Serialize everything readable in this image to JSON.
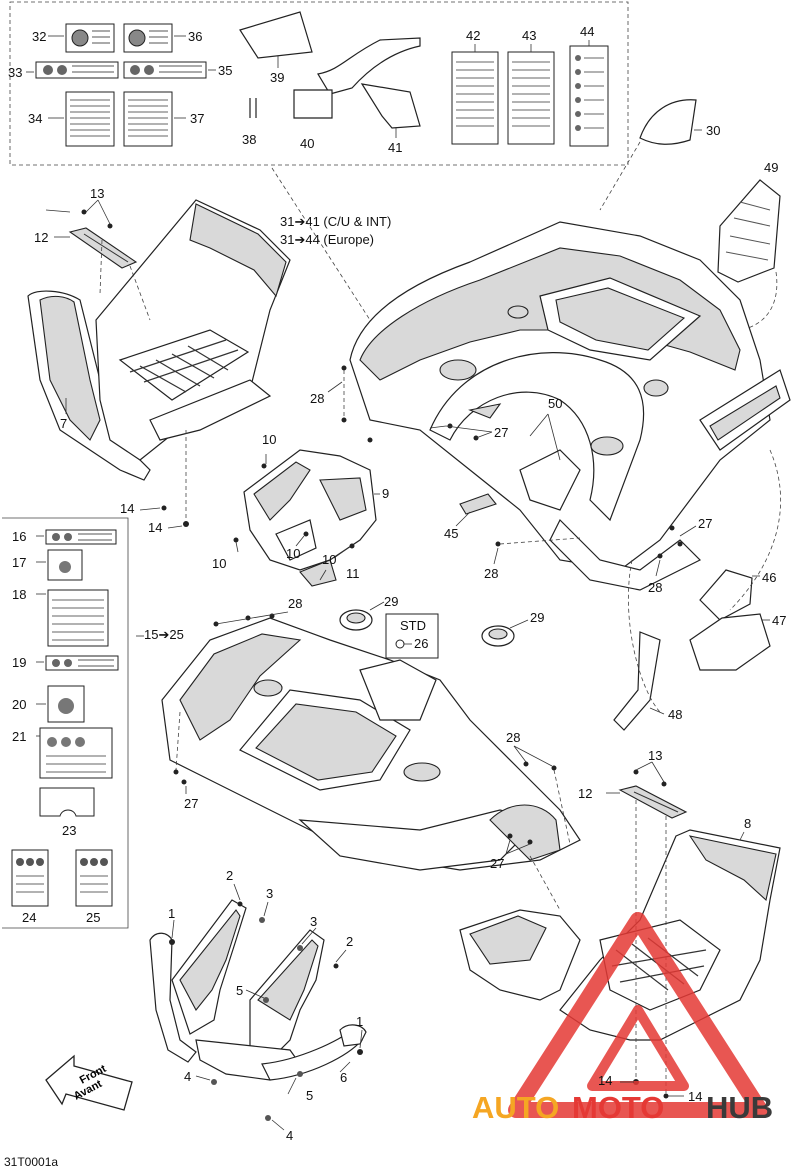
{
  "diagram": {
    "code": "31T0001a",
    "labels": {
      "l1a": "1",
      "l1b": "1",
      "l2a": "2",
      "l2b": "2",
      "l3a": "3",
      "l3b": "3",
      "l4a": "4",
      "l4b": "4",
      "l5a": "5",
      "l5b": "5",
      "l6": "6",
      "l7": "7",
      "l8": "8",
      "l9": "9",
      "l10a": "10",
      "l10b": "10",
      "l10c": "10",
      "l10d": "10",
      "l11": "11",
      "l12a": "12",
      "l12b": "12",
      "l13a": "13",
      "l13b": "13",
      "l14a": "14",
      "l14b": "14",
      "l14c": "14",
      "l14d": "14",
      "l15_25": "15➔25",
      "l16": "16",
      "l17": "17",
      "l18": "18",
      "l19": "19",
      "l20": "20",
      "l21": "21",
      "l23": "23",
      "l24": "24",
      "l25": "25",
      "l26": "26",
      "l27a": "27",
      "l27b": "27",
      "l27c": "27",
      "l27d": "27",
      "l28a": "28",
      "l28b": "28",
      "l28c": "28",
      "l28d": "28",
      "l28e": "28",
      "l29a": "29",
      "l29b": "29",
      "l30": "30",
      "l31_41": "31➔41 (C/U & INT)",
      "l31_44": "31➔44 (Europe)",
      "l32": "32",
      "l33": "33",
      "l34": "34",
      "l35": "35",
      "l36": "36",
      "l37": "37",
      "l38": "38",
      "l39": "39",
      "l40": "40",
      "l41": "41",
      "l42": "42",
      "l43": "43",
      "l44": "44",
      "l45": "45",
      "l46": "46",
      "l47": "47",
      "l48": "48",
      "l49": "49",
      "l50": "50",
      "std": "STD",
      "front": "Front",
      "avant": "Avant"
    }
  },
  "watermark": {
    "text_auto": "AUTO",
    "text_moto": "MOTO",
    "text_hub": "HUB",
    "color_orange": "#f5a623",
    "color_red": "#e53935",
    "color_gray": "#3a3a3a"
  }
}
